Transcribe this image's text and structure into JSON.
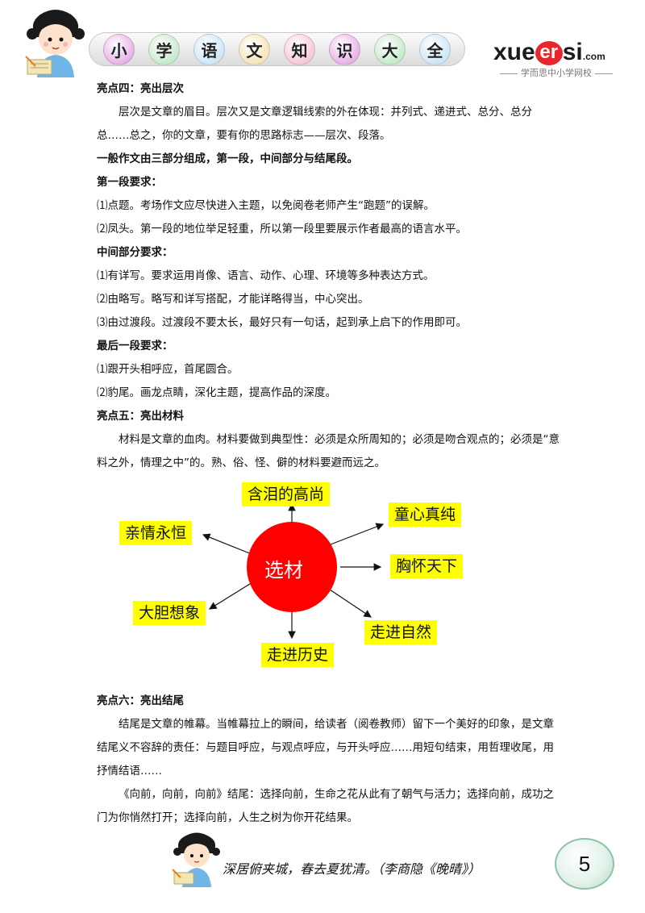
{
  "header": {
    "title_chars": [
      "小",
      "学",
      "语",
      "文",
      "知",
      "识",
      "大",
      "全"
    ],
    "title_colors": [
      "#e6b3e6",
      "#c6eacb",
      "#cde6f7",
      "#f6e4b8",
      "#f6c8d8",
      "#e6b3e6",
      "#c6eacb",
      "#cde6f7"
    ],
    "logo": {
      "pre": "xue",
      "er": "er",
      "post": "si",
      "com": ".com",
      "subtitle": "学而思中小学网校"
    },
    "accent": "#e8262b"
  },
  "section4": {
    "heading": "亮点四：亮出层次",
    "intro": "层次是文章的眉目。层次又是文章逻辑线索的外在体现：并列式、递进式、总分、总分总……总之，你的文章，要有你的思路标志——层次、段落。",
    "summary": "一般作文由三部分组成，第一段，中间部分与结尾段。",
    "first": {
      "heading": "第一段要求：",
      "items": [
        "⑴点题。考场作文应尽快进入主题，以免阅卷老师产生“跑题”的误解。",
        "⑵凤头。第一段的地位举足轻重，所以第一段里要展示作者最高的语言水平。"
      ]
    },
    "middle": {
      "heading": "中间部分要求：",
      "items": [
        "⑴有详写。要求运用肖像、语言、动作、心理、环境等多种表达方式。",
        "⑵由略写。略写和详写搭配，才能详略得当，中心突出。",
        "⑶由过渡段。过渡段不要太长，最好只有一句话，起到承上启下的作用即可。"
      ]
    },
    "last": {
      "heading": "最后一段要求：",
      "items": [
        "⑴跟开头相呼应，首尾圆合。",
        "⑵豹尾。画龙点睛，深化主题，提高作品的深度。"
      ]
    }
  },
  "section5": {
    "heading": "亮点五：亮出材料",
    "intro": "材料是文章的血肉。材料要做到典型性：必须是众所周知的；必须是吻合观点的；必须是“意料之外，情理之中”的。熟、俗、怪、僻的材料要避而远之。"
  },
  "diagram": {
    "center": "选材",
    "center_color": "#ff0000",
    "box_color": "#ffff00",
    "nodes": {
      "top": "含泪的高尚",
      "top_right": "童心真纯",
      "right": "胸怀天下",
      "bottom_right": "走进自然",
      "bottom": "走进历史",
      "bottom_left": "大胆想象",
      "top_left": "亲情永恒"
    }
  },
  "section6": {
    "heading": "亮点六：亮出结尾",
    "intro": "结尾是文章的帷幕。当帷幕拉上的瞬间，给读者（阅卷教师）留下一个美好的印象，是文章结尾义不容辞的责任：与题目呼应，与观点呼应，与开头呼应……用短句结束，用哲理收尾，用抒情结语……",
    "example": "《向前，向前，向前》结尾：选择向前，生命之花从此有了朝气与活力；选择向前，成功之门为你悄然打开；选择向前，人生之树为你开花结果。"
  },
  "footer": {
    "quote": "深居俯夹城，春去夏犹清。（李商隐《晚晴》）",
    "page_number": "5"
  }
}
